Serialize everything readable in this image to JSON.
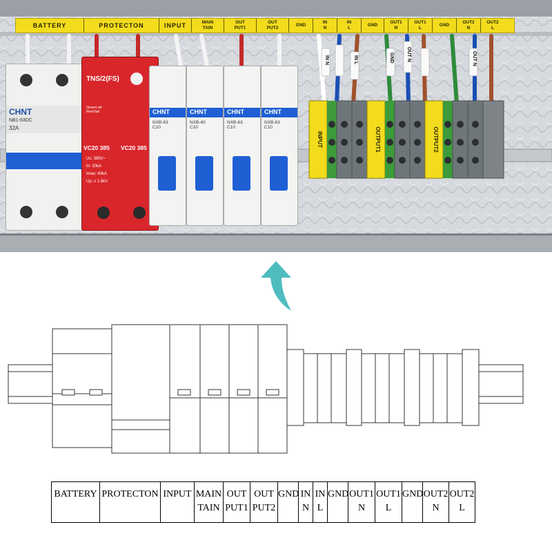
{
  "photo_strip": {
    "labels": [
      "BATTERY",
      "PROTECTON",
      "INPUT",
      "MAIN\nTAIN",
      "OUT\nPUT1",
      "OUT\nPUT2",
      "GND",
      "IN\nN",
      "IN\nL",
      "GND",
      "OUT1\nN",
      "OUT1\nL",
      "GND",
      "OUT2\nN",
      "OUT2\nL"
    ]
  },
  "photo_devices": {
    "battery_breaker_brand": "CHNT",
    "battery_breaker_model": "NB1-63DC",
    "battery_breaker_rating": "32A",
    "spd_header": "TNS/2(FS)",
    "spd_model_1": "VC20 385",
    "spd_model_2": "VC20 385",
    "spd_spec_uc": "Uc: 385V~",
    "spd_spec_in": "In: 20kA",
    "spd_spec_imax": "Imax: 40kA",
    "spd_spec_up": "Up: ≤ 1.8kV",
    "spd_indicator": "Green-ok\nRed-fail",
    "mcb_brand": "CHNT",
    "mcb_models": [
      "NXB-63\nC10",
      "NXB-40\nC10",
      "NXB-63\nC10",
      "NXB-63\nC10"
    ],
    "terminal_tags": [
      "INPUT",
      "OUTPUT1",
      "OUTPUT2"
    ],
    "wire_tags": [
      "IN N",
      "IN L",
      "GND",
      "OUT N",
      "OUT N"
    ]
  },
  "bottom_table": {
    "labels": [
      "BATTERY",
      "PROTECTON",
      "INPUT",
      "MAIN\nTAIN",
      "OUT\nPUT1",
      "OUT\nPUT2",
      "GND",
      "IN\nN",
      "IN\nL",
      "GND",
      "OUT1\nN",
      "OUT1\nL",
      "GND",
      "OUT2\nN",
      "OUT2\nL"
    ]
  },
  "colors": {
    "strip_yellow": "#f2dc1c",
    "spd_red": "#d8262b",
    "mcb_blue": "#1f5fd4",
    "terminal_green": "#3d9b3a",
    "terminal_gray": "#6f767a",
    "arrow_teal": "#4fbcc0"
  }
}
